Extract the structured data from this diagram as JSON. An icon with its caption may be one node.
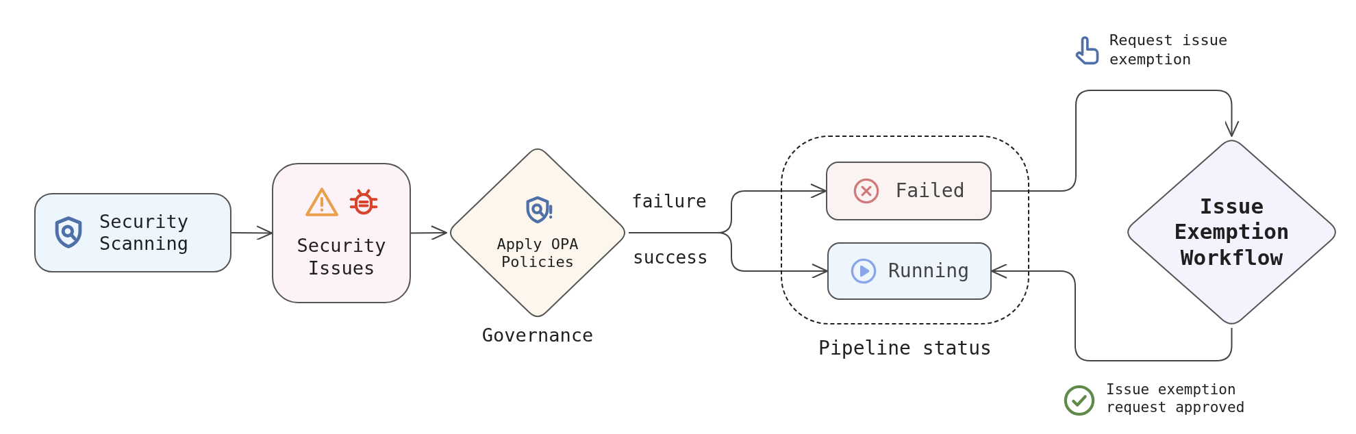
{
  "diagram": {
    "nodes": [
      {
        "text": [
          "Security Scanning"
        ]
      },
      {
        "text": [
          "Security Issues"
        ]
      },
      {
        "text": [
          "Apply OPA Policies"
        ],
        "beside": [
          "Governance"
        ]
      },
      {
        "text": [
          "Pipeline status"
        ]
      },
      {
        "text": [
          "Failed"
        ],
        "in": 3
      },
      {
        "text": [
          "Running"
        ],
        "in": 3
      },
      {
        "text": [
          "Issue Exemption Workflow"
        ]
      }
    ],
    "edges": [
      {
        "from": 0,
        "to": 1,
        "arrow": "to"
      },
      {
        "from": 1,
        "to": 2,
        "arrow": "to"
      },
      {
        "from": 2,
        "to": 4,
        "arrow": "to",
        "label": "failure"
      },
      {
        "from": 2,
        "to": 5,
        "arrow": "to",
        "label": "success"
      },
      {
        "from": 4,
        "to": 6,
        "arrow": "to"
      },
      {
        "from": 6,
        "to": 5,
        "arrow": "to"
      }
    ],
    "labels": [
      "Request issue exemption",
      "Issue exemption request approved"
    ]
  }
}
